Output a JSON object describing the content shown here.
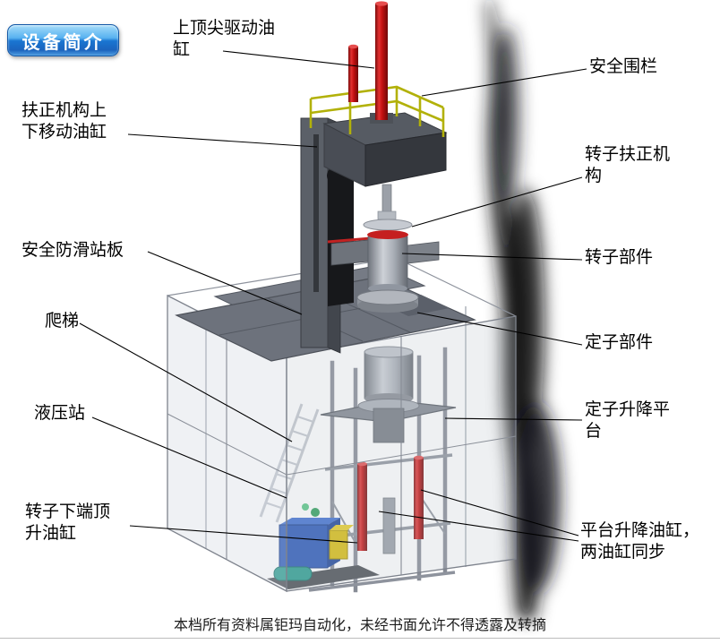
{
  "badge": {
    "label": "设备简介"
  },
  "labels": {
    "upper_drive_cylinder": {
      "text": "上顶尖驱动油缸"
    },
    "safety_fence": {
      "text": "安全围栏"
    },
    "centering_updown_cylinder": {
      "text": "扶正机构上下移动油缸"
    },
    "rotor_centering_mechanism": {
      "text": "转子扶正机构"
    },
    "anti_slip_board": {
      "text": "安全防滑站板"
    },
    "rotor_part": {
      "text": "转子部件"
    },
    "ladder": {
      "text": "爬梯"
    },
    "stator_part": {
      "text": "定子部件"
    },
    "hydraulic_station": {
      "text": "液压站"
    },
    "stator_lift_platform": {
      "text": "定子升降平台"
    },
    "rotor_bottom_jack_cylinder": {
      "text": "转子下端顶升油缸"
    },
    "platform_lift_cylinders": {
      "text": "平台升降油缸，两油缸同步"
    }
  },
  "footer": {
    "text": "本档所有资料属钜玛自动化，未经书面允许不得透露及转摘"
  },
  "colors": {
    "badge_blue": "#1c6fd0",
    "cylinder_red": "#c31111",
    "railing_yellow": "#b2b109",
    "hydraulic_blue": "#2957b8",
    "pump_teal": "#2a9d8f",
    "valve_yellow": "#d9bd0e",
    "machine_gray": "#6d727c"
  }
}
